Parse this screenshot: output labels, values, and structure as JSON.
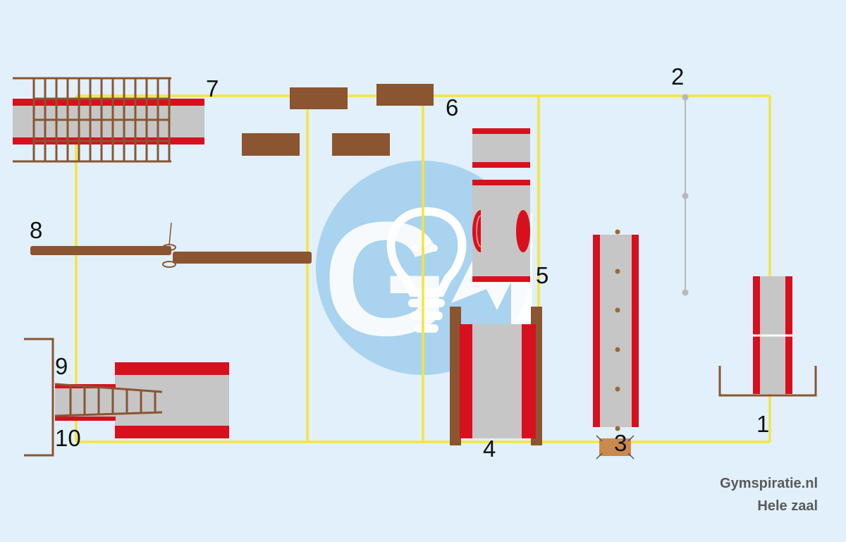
{
  "diagram": {
    "stations": [
      {
        "id": "1",
        "label": "1"
      },
      {
        "id": "2",
        "label": "2"
      },
      {
        "id": "3",
        "label": "3"
      },
      {
        "id": "4",
        "label": "4"
      },
      {
        "id": "5",
        "label": "5"
      },
      {
        "id": "6",
        "label": "6"
      },
      {
        "id": "7",
        "label": "7"
      },
      {
        "id": "8",
        "label": "8"
      },
      {
        "id": "9",
        "label": "9"
      },
      {
        "id": "10",
        "label": "10"
      }
    ],
    "watermark": {
      "site": "Gymspiratie.nl",
      "subtitle": "Hele zaal"
    },
    "colors": {
      "background": "#e1f0fb",
      "route_line": "#f5e53b",
      "mat_grey": "#c6c6c6",
      "mat_red": "#d8101e",
      "wood": "#8a5530",
      "logo_circle": "#a9d3ee"
    }
  }
}
